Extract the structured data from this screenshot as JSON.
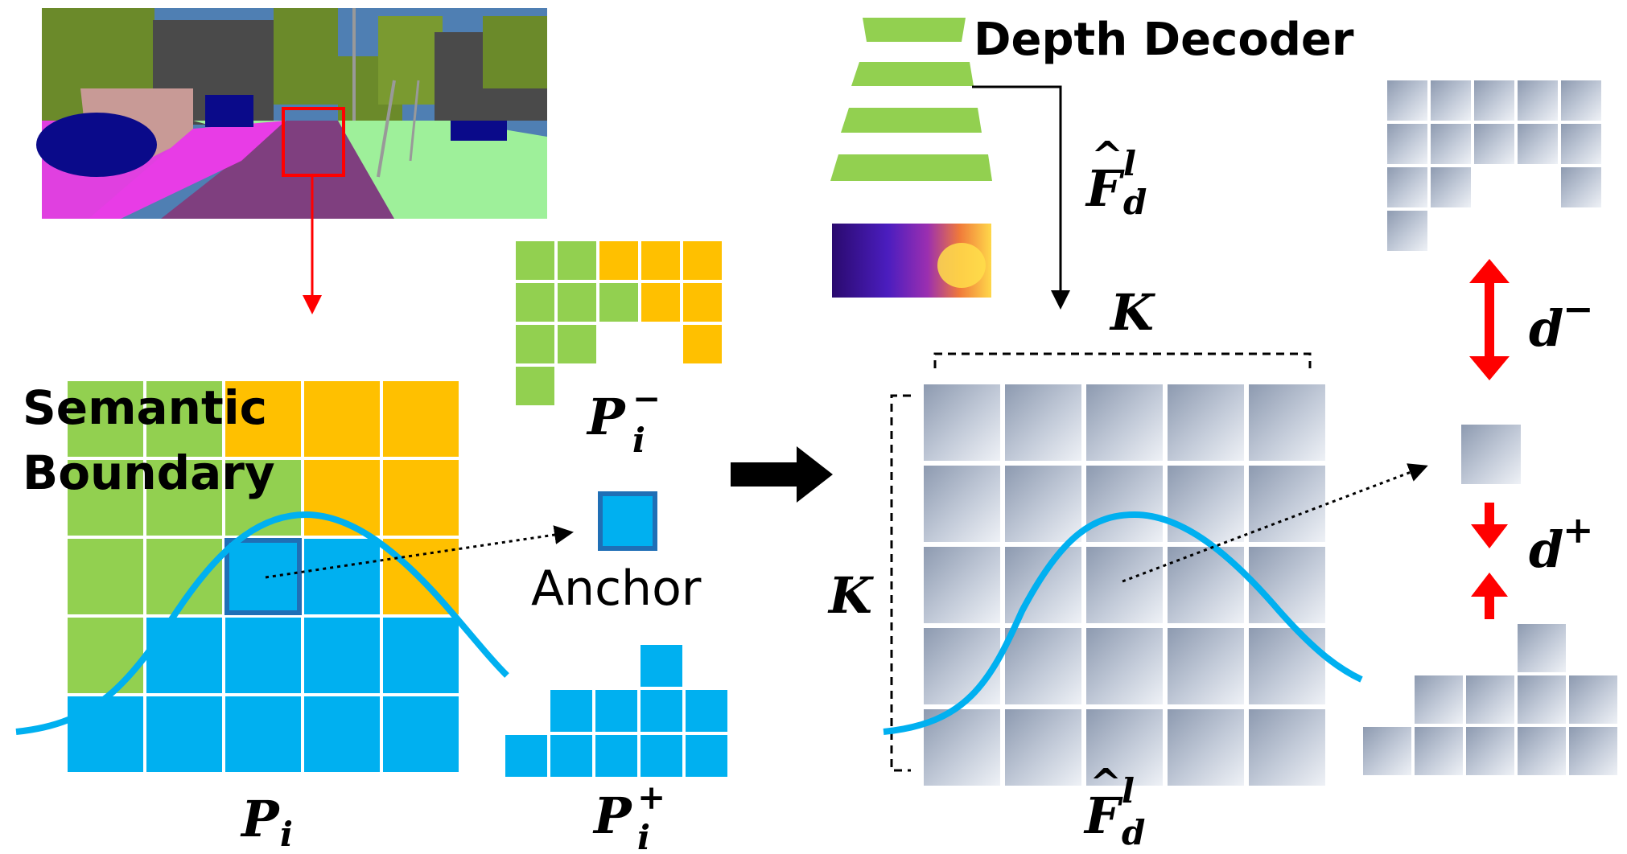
{
  "labels": {
    "semantic_boundary_line1": "Semantic",
    "semantic_boundary_line2": "Boundary",
    "anchor": "Anchor",
    "depth_decoder": "Depth Decoder"
  },
  "math": {
    "p_i": {
      "base": "P",
      "sub": "i"
    },
    "p_i_neg": {
      "base": "P",
      "sub": "i",
      "sup": "−"
    },
    "p_i_pos": {
      "base": "P",
      "sub": "i",
      "sup": "+"
    },
    "f_hat_top": {
      "base": "F",
      "hat": "^",
      "sup": "l",
      "sub": "d"
    },
    "f_hat_bottom": {
      "base": "F",
      "hat": "^",
      "sup": "l",
      "sub": "d"
    },
    "k_top": "K",
    "k_left": "K",
    "d_neg": {
      "base": "d",
      "sup": "−"
    },
    "d_pos": {
      "base": "d",
      "sup": "+"
    }
  },
  "colors": {
    "green": "#92d050",
    "yellow": "#ffc000",
    "blue": "#00b0f0",
    "anchor_border": "#1f6fb6",
    "red": "#ff0000",
    "patch_from": "#b8c2d3",
    "patch_to": "#8593aa"
  },
  "grid_pattern": [
    [
      "green",
      "green",
      "yellow",
      "yellow",
      "yellow"
    ],
    [
      "green",
      "green",
      "green",
      "yellow",
      "yellow"
    ],
    [
      "green",
      "green",
      "anchor",
      "blue",
      "yellow"
    ],
    [
      "green",
      "blue",
      "blue",
      "blue",
      "blue"
    ],
    [
      "blue",
      "blue",
      "blue",
      "blue",
      "blue"
    ]
  ]
}
